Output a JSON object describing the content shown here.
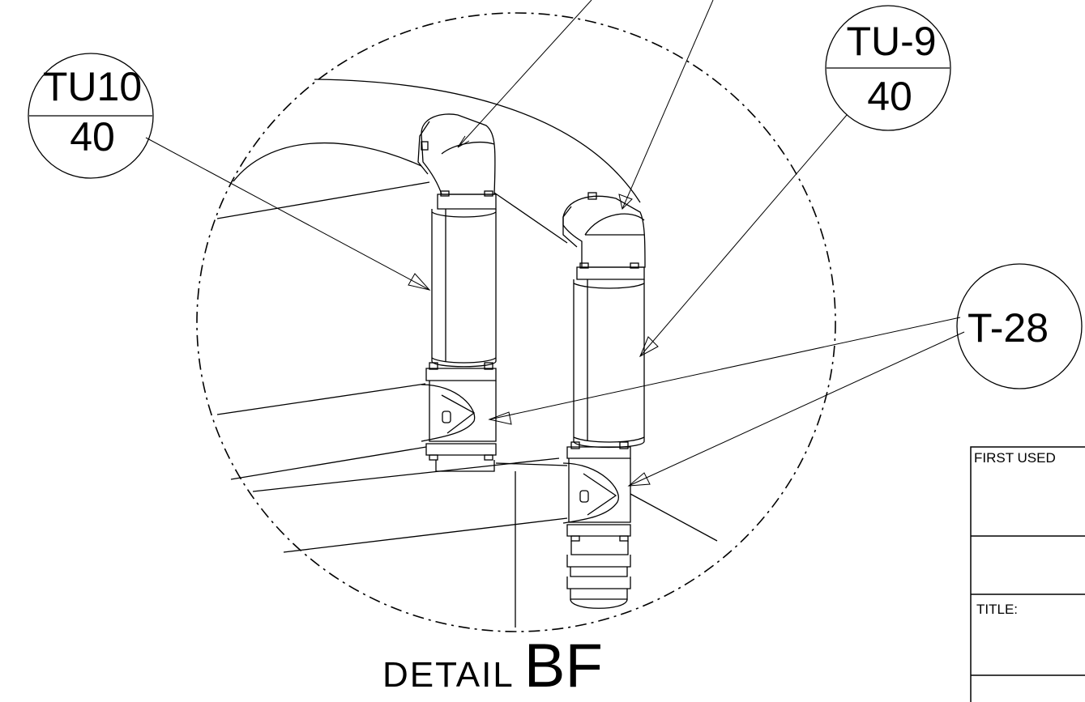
{
  "detail": {
    "prefix": "DETAIL",
    "letter": "BF"
  },
  "balloons": [
    {
      "id": "tu10",
      "top": "TU10",
      "bottom": "40"
    },
    {
      "id": "tu9",
      "top": "TU-9",
      "bottom": "40"
    },
    {
      "id": "t28",
      "label": "T-28"
    }
  ],
  "title_block": {
    "first_used": "FIRST USED",
    "title": "TITLE:"
  }
}
